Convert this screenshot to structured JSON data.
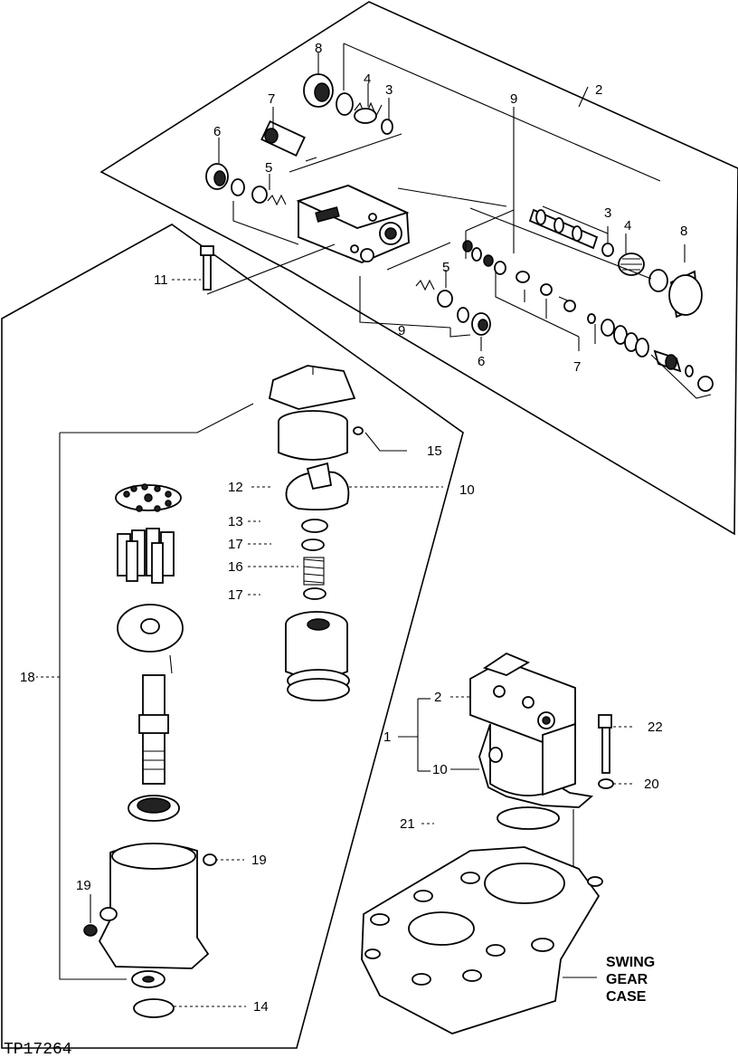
{
  "figure_ref": "TP17264",
  "case_label": [
    "SWING",
    "GEAR",
    "CASE"
  ],
  "callouts": {
    "c1": "1",
    "c2_top": "2",
    "c2_asm": "2",
    "c3_a": "3",
    "c3_b": "3",
    "c4_a": "4",
    "c4_b": "4",
    "c5_a": "5",
    "c5_b": "5",
    "c6_a": "6",
    "c6_b": "6",
    "c7_a": "7",
    "c7_b": "7",
    "c8_a": "8",
    "c8_b": "8",
    "c9_a": "9",
    "c9_b": "9",
    "c10_a": "10",
    "c10_b": "10",
    "c11": "11",
    "c12": "12",
    "c13": "13",
    "c14": "14",
    "c15": "15",
    "c16": "16",
    "c17_a": "17",
    "c17_b": "17",
    "c18": "18",
    "c19_a": "19",
    "c19_b": "19",
    "c20": "20",
    "c21": "21",
    "c22": "22"
  }
}
